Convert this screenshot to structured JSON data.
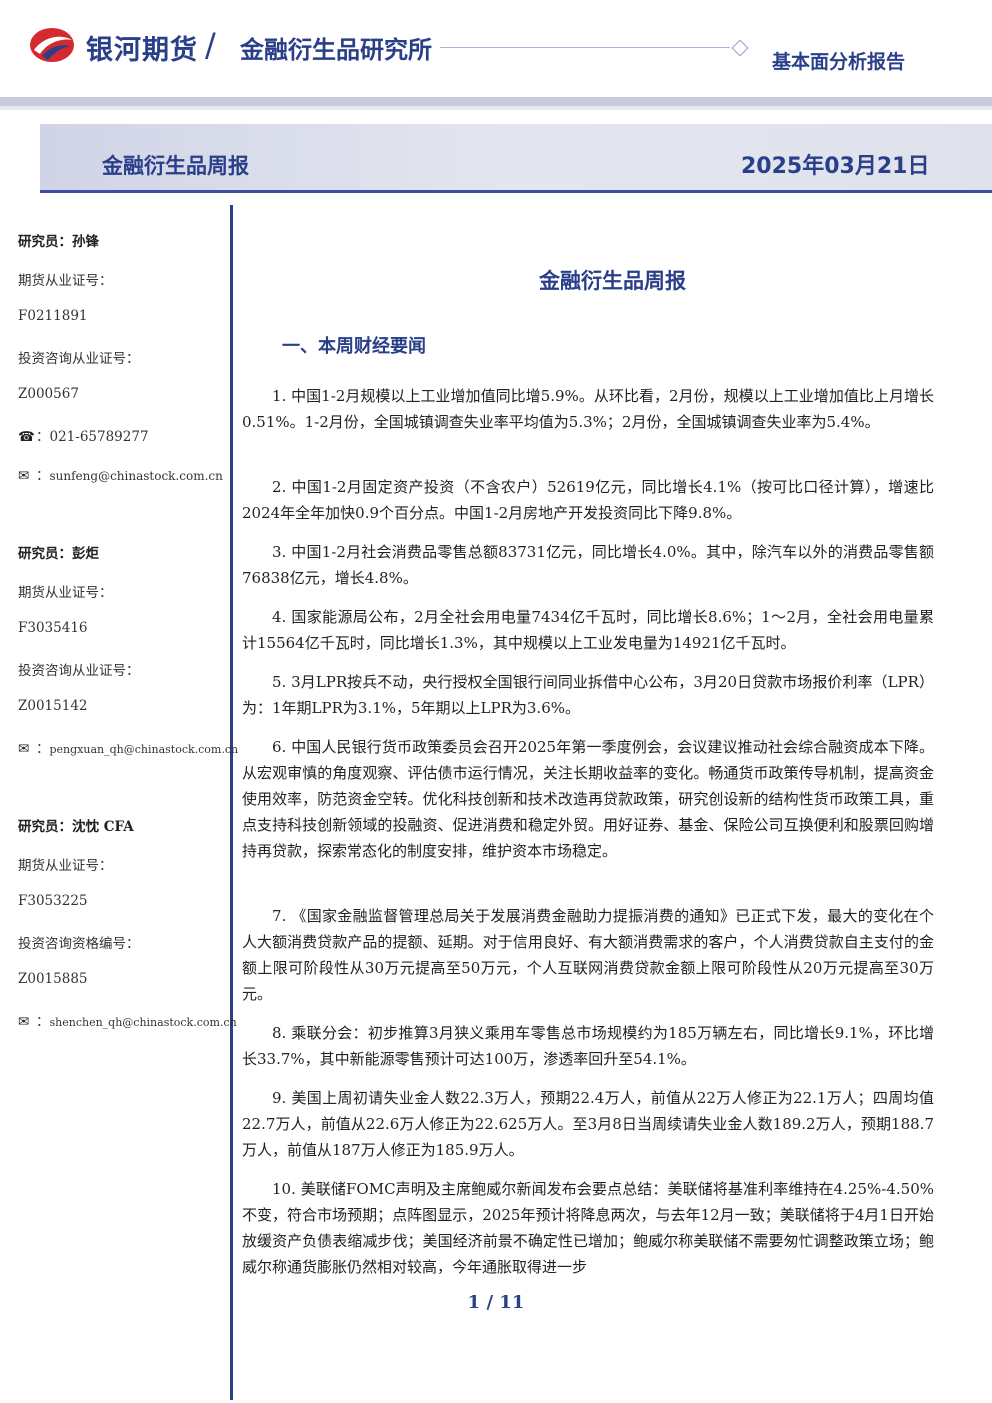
{
  "header": {
    "brand": "银河期货",
    "slash": "/",
    "institute": "金融衍生品研究所",
    "report_type": "基本面分析报告"
  },
  "title_bar": {
    "title": "金融衍生品周报",
    "date": "2025年03月21日"
  },
  "sidebar": {
    "analysts": [
      {
        "name_line": "研究员：孙锋",
        "futures_label": "期货从业证号：",
        "futures_id": "F0211891",
        "consult_label": "投资咨询从业证号：",
        "consult_id": "Z000567",
        "phone": "021-65789277",
        "email": "sunfeng@chinastock.com.cn"
      },
      {
        "name_line": "研究员：彭炬",
        "futures_label": "期货从业证号：",
        "futures_id": "F3035416",
        "consult_label": "投资咨询从业证号：",
        "consult_id": "Z0015142",
        "email": "pengxuan_qh@chinastock.com.cn"
      },
      {
        "name_line": "研究员：沈忱 CFA",
        "futures_label": "期货从业证号：",
        "futures_id": "F3053225",
        "consult_label": "投资咨询资格编号：",
        "consult_id": "Z0015885",
        "email": "shenchen_qh@chinastock.com.cn"
      }
    ],
    "phone_icon": "☎",
    "email_icon": "✉"
  },
  "main": {
    "title": "金融衍生品周报",
    "section_heading": "一、本周财经要闻",
    "paragraphs": [
      "1. 中国1-2月规模以上工业增加值同比增5.9%。从环比看，2月份，规模以上工业增加值比上月增长0.51%。1-2月份，全国城镇调查失业率平均值为5.3%；2月份，全国城镇调查失业率为5.4%。",
      "2. 中国1-2月固定资产投资（不含农户）52619亿元，同比增长4.1%（按可比口径计算），增速比2024年全年加快0.9个百分点。中国1-2月房地产开发投资同比下降9.8%。",
      "3. 中国1-2月社会消费品零售总额83731亿元，同比增长4.0%。其中，除汽车以外的消费品零售额76838亿元，增长4.8%。",
      "4. 国家能源局公布，2月全社会用电量7434亿千瓦时，同比增长8.6%；1～2月，全社会用电量累计15564亿千瓦时，同比增长1.3%，其中规模以上工业发电量为14921亿千瓦时。",
      "5. 3月LPR按兵不动，央行授权全国银行间同业拆借中心公布，3月20日贷款市场报价利率（LPR）为：1年期LPR为3.1%，5年期以上LPR为3.6%。",
      "6. 中国人民银行货币政策委员会召开2025年第一季度例会，会议建议推动社会综合融资成本下降。从宏观审慎的角度观察、评估债市运行情况，关注长期收益率的变化。畅通货币政策传导机制，提高资金使用效率，防范资金空转。优化科技创新和技术改造再贷款政策，研究创设新的结构性货币政策工具，重点支持科技创新领域的投融资、促进消费和稳定外贸。用好证券、基金、保险公司互换便利和股票回购增持再贷款，探索常态化的制度安排，维护资本市场稳定。",
      "7. 《国家金融监督管理总局关于发展消费金融助力提振消费的通知》已正式下发，最大的变化在个人大额消费贷款产品的提额、延期。对于信用良好、有大额消费需求的客户，个人消费贷款自主支付的金额上限可阶段性从30万元提高至50万元，个人互联网消费贷款金额上限可阶段性从20万元提高至30万元。",
      "8. 乘联分会：初步推算3月狭义乘用车零售总市场规模约为185万辆左右，同比增长9.1%，环比增长33.7%，其中新能源零售预计可达100万，渗透率回升至54.1%。",
      "9. 美国上周初请失业金人数22.3万人，预期22.4万人，前值从22万人修正为22.1万人；四周均值22.7万人，前值从22.6万人修正为22.625万人。至3月8日当周续请失业金人数189.2万人，预期188.7万人，前值从187万人修正为185.9万人。",
      "10. 美联储FOMC声明及主席鲍威尔新闻发布会要点总结：美联储将基准利率维持在4.25%-4.50%不变，符合市场预期；点阵图显示，2025年预计将降息两次，与去年12月一致；美联储将于4月1日开始放缓资产负债表缩减步伐；美国经济前景不确定性已增加；鲍威尔称美联储不需要匆忙调整政策立场；鲍威尔称通货膨胀仍然相对较高，今年通胀取得进一步"
    ]
  },
  "footer": {
    "page": "1 / 11"
  },
  "colors": {
    "brand_blue": "#2a3f8a",
    "logo_red": "#d42a2f"
  }
}
